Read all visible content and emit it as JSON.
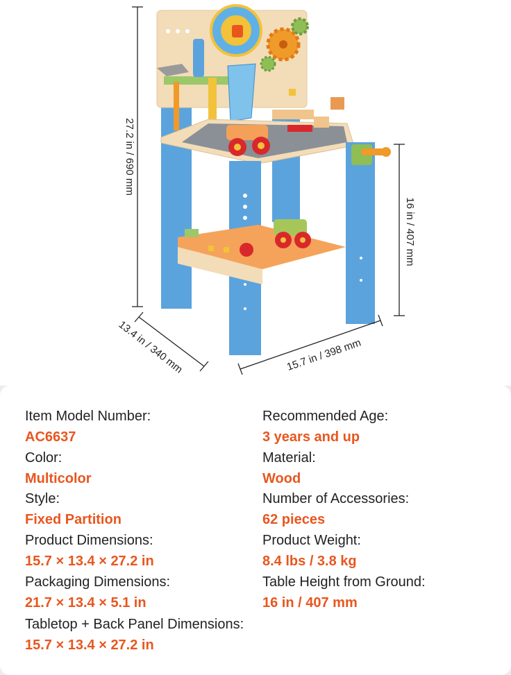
{
  "dimensions": {
    "height": "27.2 in / 690 mm",
    "depth": "13.4 in / 340 mm",
    "width": "15.7 in / 398 mm",
    "table_height": "16 in / 407 mm"
  },
  "colors": {
    "accent": "#e8561e",
    "leg_blue": "#5ba3dd",
    "wood": "#f3dcb8",
    "background": "#ececec"
  },
  "specs": {
    "left": [
      {
        "label": "Item Model Number:",
        "value": "AC6637"
      },
      {
        "label": "Color:",
        "value": "Multicolor"
      },
      {
        "label": "Style:",
        "value": "Fixed Partition"
      },
      {
        "label": "Product Dimensions:",
        "value": "15.7 × 13.4 × 27.2 in"
      },
      {
        "label": "Packaging Dimensions:",
        "value": "21.7 × 13.4 × 5.1 in"
      },
      {
        "label": "Tabletop + Back Panel Dimensions:",
        "value": "15.7 × 13.4 × 27.2 in"
      }
    ],
    "right": [
      {
        "label": "Recommended Age:",
        "value": "3 years and up"
      },
      {
        "label": "Material:",
        "value": "Wood"
      },
      {
        "label": "Number of Accessories:",
        "value": "62 pieces"
      },
      {
        "label": "Product Weight:",
        "value": "8.4 lbs / 3.8 kg"
      },
      {
        "label": "Table Height from Ground:",
        "value": "16 in /  407 mm"
      }
    ]
  }
}
